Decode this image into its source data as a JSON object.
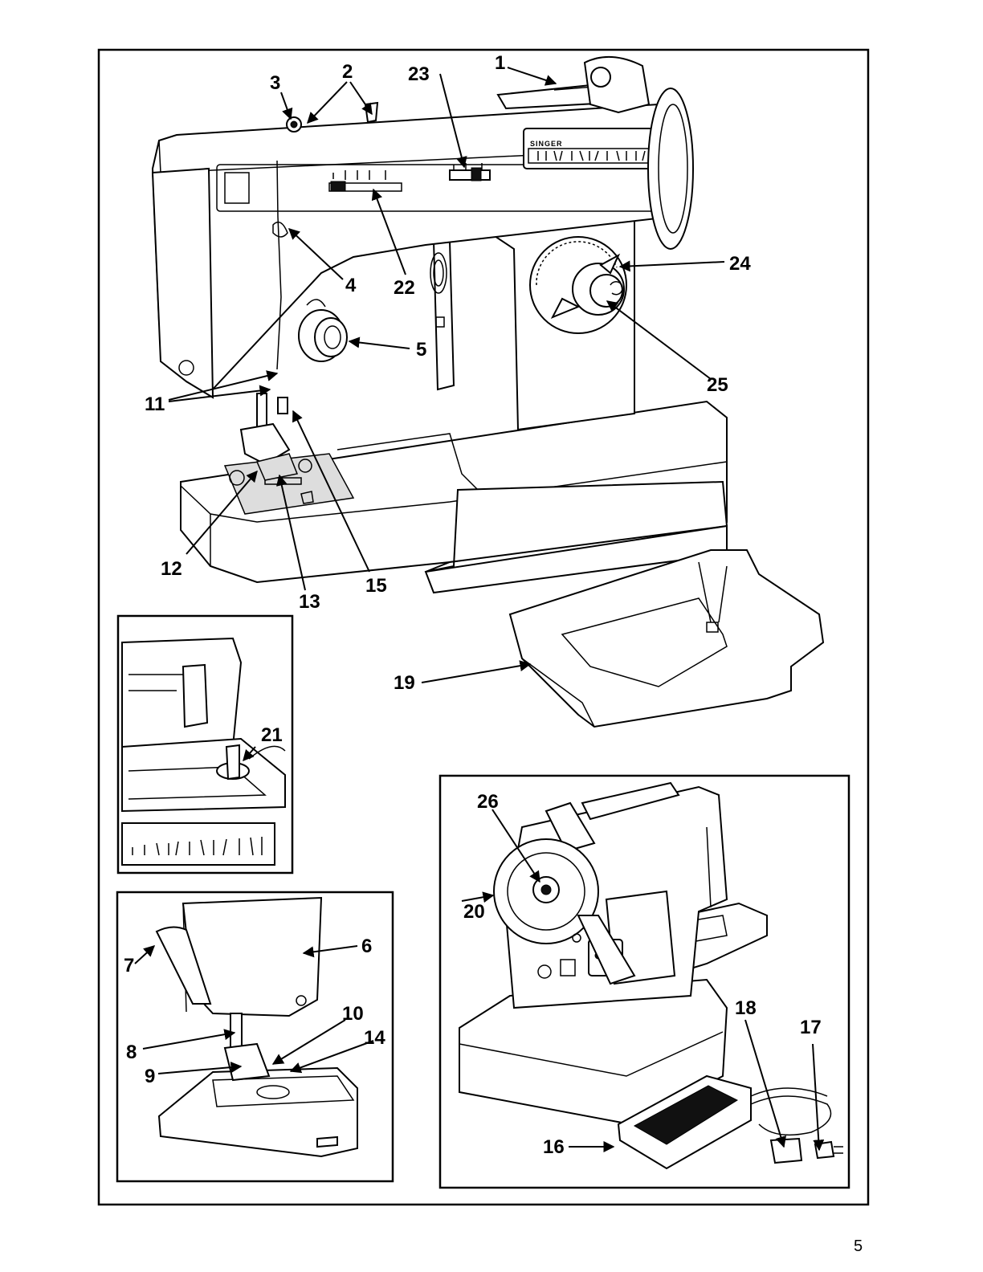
{
  "brand_text": "SINGER",
  "page_number": "5",
  "callouts": {
    "c1": "1",
    "c2": "2",
    "c3": "3",
    "c4": "4",
    "c5": "5",
    "c6": "6",
    "c7": "7",
    "c8": "8",
    "c9": "9",
    "c10": "10",
    "c11": "11",
    "c12": "12",
    "c13": "13",
    "c14": "14",
    "c15": "15",
    "c16": "16",
    "c17": "17",
    "c18": "18",
    "c19": "19",
    "c20": "20",
    "c21": "21",
    "c22": "22",
    "c23": "23",
    "c24": "24",
    "c25": "25",
    "c26": "26"
  }
}
